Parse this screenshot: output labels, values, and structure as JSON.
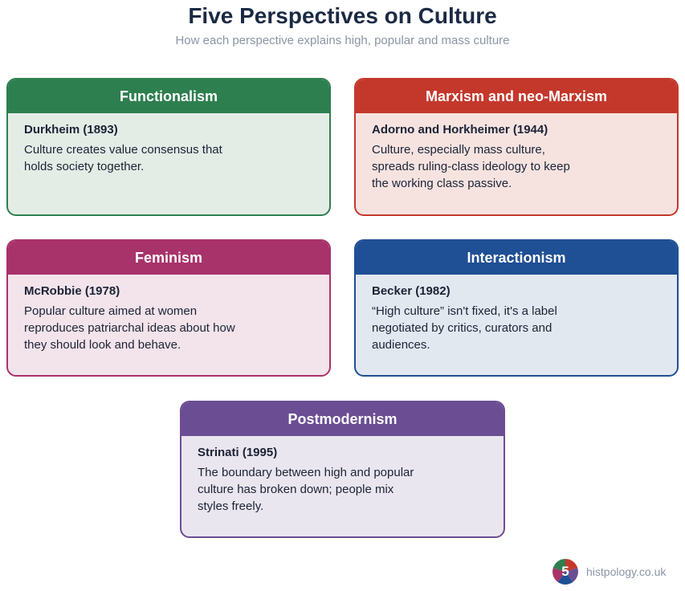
{
  "header": {
    "title": "Five Perspectives on Culture",
    "subtitle": "How each perspective explains high, popular and mass culture"
  },
  "cards": [
    {
      "heading": "Functionalism",
      "author": "Durkheim (1893)",
      "text": "Culture creates value consensus that holds society together.",
      "color": "#2e7f4f"
    },
    {
      "heading": "Marxism and neo-Marxism",
      "author": "Adorno and Horkheimer (1944)",
      "text": "Culture, especially mass culture, spreads ruling-class ideology to keep the working class passive.",
      "color": "#c4382c"
    },
    {
      "heading": "Feminism",
      "author": "McRobbie (1978)",
      "text": "Popular culture aimed at women reproduces patriarchal ideas about how they should look and behave.",
      "color": "#a8326a"
    },
    {
      "heading": "Interactionism",
      "author": "Becker (1982)",
      "text": "“High culture” isn't fixed, it's a label negotiated by critics, curators and audiences.",
      "color": "#1f4f94"
    },
    {
      "heading": "Postmodernism",
      "author": "Strinati (1995)",
      "text": "The boundary between high and popular culture has broken down; people mix styles freely.",
      "color": "#6b4d93"
    }
  ],
  "footer": {
    "logo_number": "5",
    "logo_icon": "five-segment-circle-logo",
    "site": "histpology.co.uk"
  }
}
